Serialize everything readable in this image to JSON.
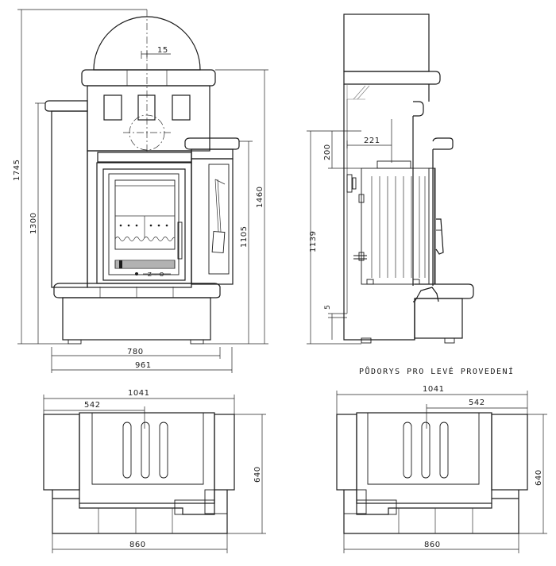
{
  "front": {
    "d_15": "15",
    "d_1745": "1745",
    "d_1300": "1300",
    "d_1460": "1460",
    "d_1105": "1105",
    "d_780": "780",
    "d_961": "961"
  },
  "side": {
    "d_221": "221",
    "d_200": "200",
    "d_1139": "1139",
    "d_5": "5"
  },
  "plan_left": {
    "d_1041": "1041",
    "d_542": "542",
    "d_640": "640",
    "d_860": "860"
  },
  "plan_right": {
    "caption": "PŮDORYS PRO LEVÉ PROVEDENÍ",
    "d_1041": "1041",
    "d_542": "542",
    "d_640": "640",
    "d_860": "860"
  },
  "door_mark": "Z – O",
  "colors": {
    "line": "#1a1a1a",
    "background": "#ffffff"
  }
}
